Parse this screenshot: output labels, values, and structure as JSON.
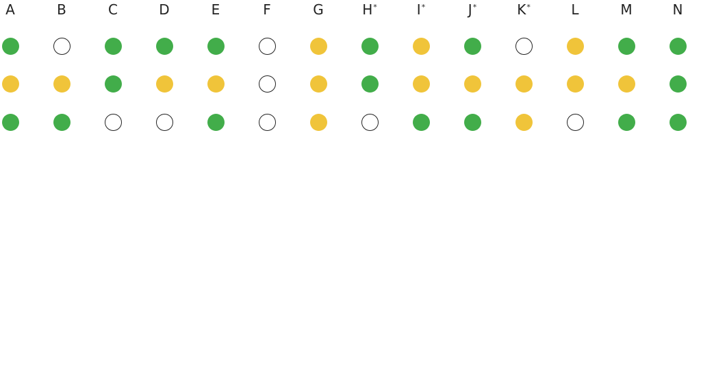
{
  "colors": {
    "green": "#42ad4a",
    "yellow": "#f0c43a",
    "empty": "#ffffff"
  },
  "columns": [
    {
      "label": "A",
      "mark": "",
      "rows": [
        "green",
        "yellow",
        "green"
      ]
    },
    {
      "label": "B",
      "mark": "",
      "rows": [
        "empty",
        "yellow",
        "green"
      ]
    },
    {
      "label": "C",
      "mark": "",
      "rows": [
        "green",
        "green",
        "empty"
      ]
    },
    {
      "label": "D",
      "mark": "",
      "rows": [
        "green",
        "yellow",
        "empty"
      ]
    },
    {
      "label": "E",
      "mark": "",
      "rows": [
        "green",
        "yellow",
        "green"
      ]
    },
    {
      "label": "F",
      "mark": "",
      "rows": [
        "empty",
        "empty",
        "empty"
      ]
    },
    {
      "label": "G",
      "mark": "",
      "rows": [
        "yellow",
        "yellow",
        "yellow"
      ]
    },
    {
      "label": "H",
      "mark": "*",
      "rows": [
        "green",
        "green",
        "empty"
      ]
    },
    {
      "label": "I",
      "mark": "*",
      "rows": [
        "yellow",
        "yellow",
        "green"
      ]
    },
    {
      "label": "J",
      "mark": "*",
      "rows": [
        "green",
        "yellow",
        "green"
      ]
    },
    {
      "label": "K",
      "mark": "*",
      "rows": [
        "empty",
        "yellow",
        "yellow"
      ]
    },
    {
      "label": "L",
      "mark": "",
      "rows": [
        "yellow",
        "yellow",
        "empty"
      ]
    },
    {
      "label": "M",
      "mark": "",
      "rows": [
        "green",
        "yellow",
        "green"
      ]
    },
    {
      "label": "N",
      "mark": "",
      "rows": [
        "green",
        "green",
        "green"
      ]
    }
  ]
}
